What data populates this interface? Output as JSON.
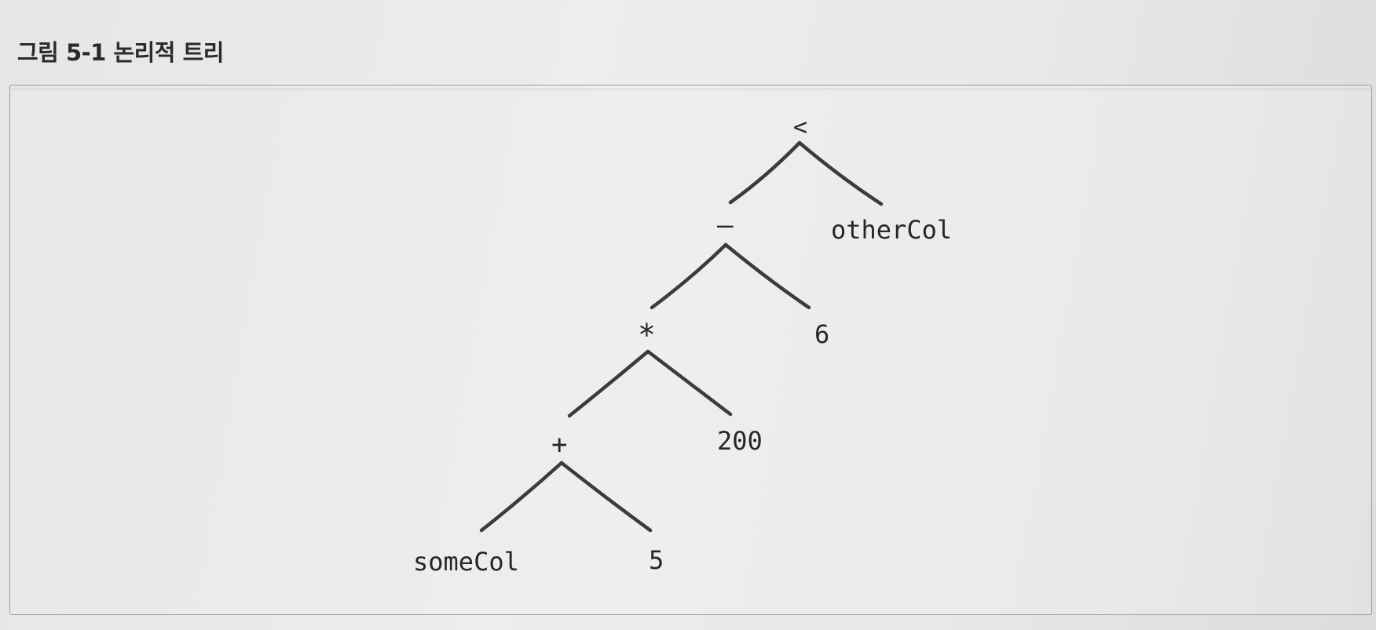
{
  "caption": "그림 5-1 논리적 트리",
  "tree": {
    "root": "<",
    "nodes": {
      "lt": "<",
      "minus": "–",
      "other_col": "otherCol",
      "times": "*",
      "six": "6",
      "plus": "+",
      "two_hundred": "200",
      "some_col": "someCol",
      "five": "5"
    },
    "edges": [
      [
        "<",
        "–"
      ],
      [
        "<",
        "otherCol"
      ],
      [
        "–",
        "*"
      ],
      [
        "–",
        "6"
      ],
      [
        "*",
        "+"
      ],
      [
        "*",
        "200"
      ],
      [
        "+",
        "someCol"
      ],
      [
        "+",
        "5"
      ]
    ]
  }
}
